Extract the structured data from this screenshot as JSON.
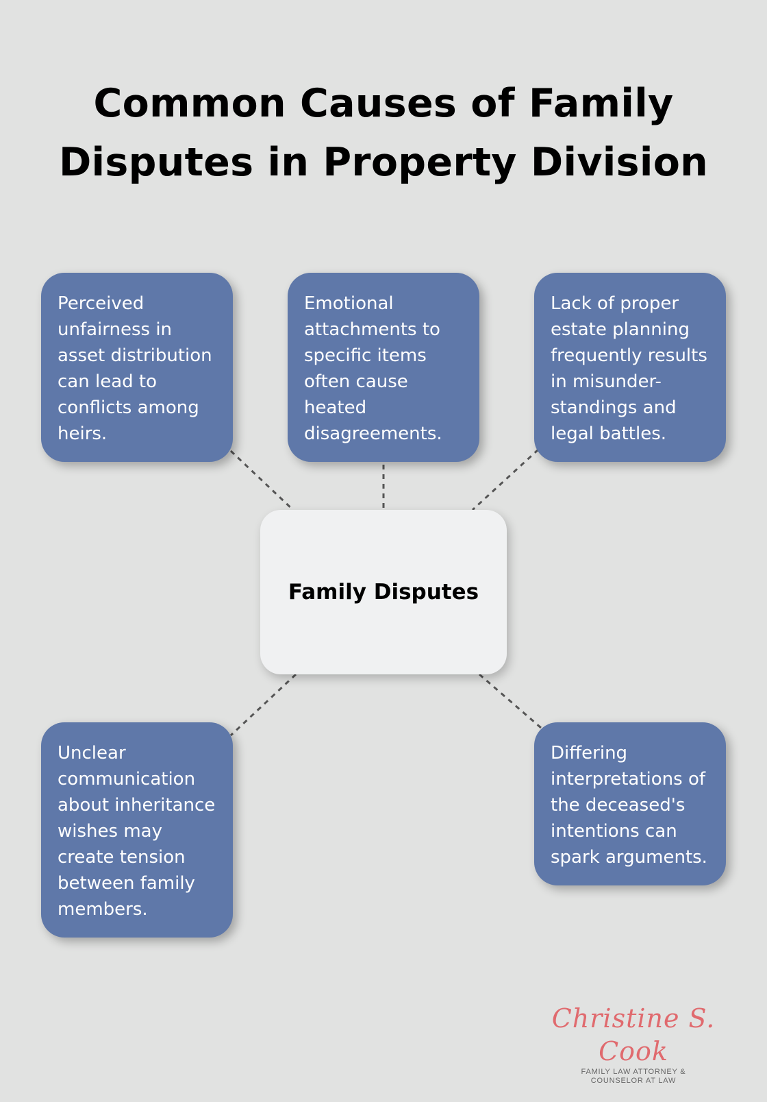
{
  "title": "Common Causes of Family Disputes in Property Division",
  "center_node": {
    "label": "Family Disputes"
  },
  "causes": [
    {
      "text": "Perceived unfairness in asset distribution can lead to conflicts among heirs."
    },
    {
      "text": "Emotional attachments to specific items often cause heated disagreements."
    },
    {
      "text": "Lack of proper estate planning frequently results in misunder-standings and legal battles."
    },
    {
      "text": "Unclear communication about inheritance wishes may create tension between family members."
    },
    {
      "text": "Differing interpretations of the deceased's intentions can spark arguments."
    }
  ],
  "logo": {
    "name": "Christine S. Cook",
    "tagline_line1": "FAMILY LAW ATTORNEY &",
    "tagline_line2": "COUNSELOR AT LAW"
  },
  "colors": {
    "background": "#e1e2e1",
    "cause_box": "#5f78a9",
    "center_box": "#f0f1f2",
    "connector": "#555555",
    "logo_accent": "#e06a6e"
  }
}
